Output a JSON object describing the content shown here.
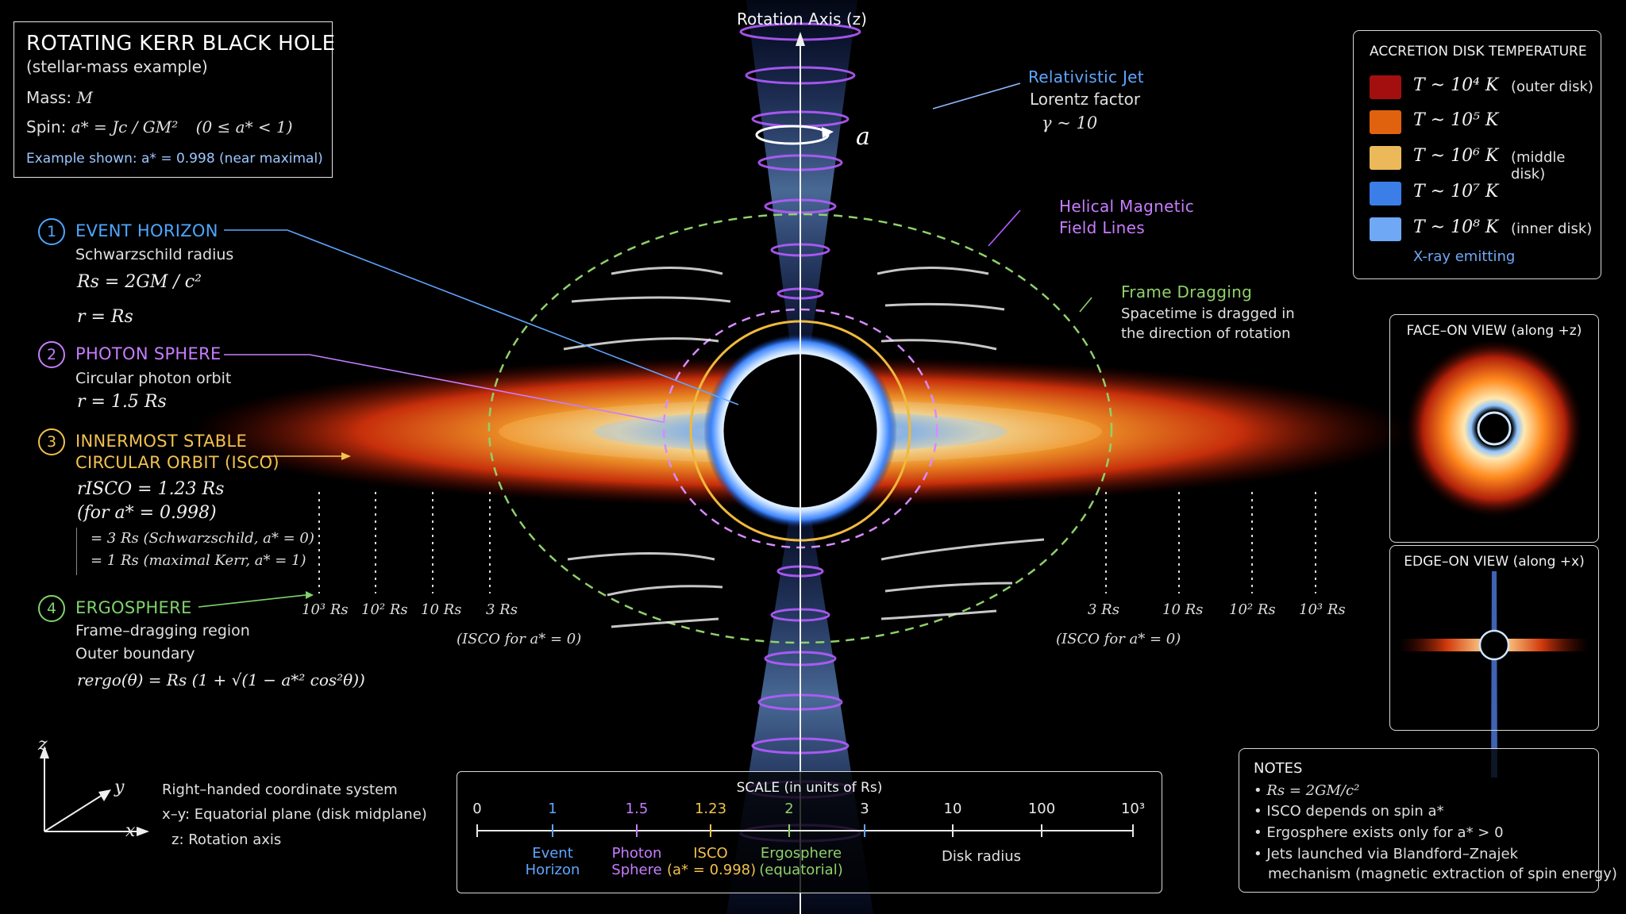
{
  "title_box": {
    "title": "ROTATING KERR BLACK HOLE",
    "subtitle": "(stellar-mass example)",
    "mass_label": "Mass:",
    "mass_symbol": "M",
    "spin_label": "Spin:",
    "spin_formula": "a* = Jc / GM²",
    "spin_range": "(0 ≤ a* < 1)",
    "example": "Example shown: a* = 0.998 (near maximal)"
  },
  "features": [
    {
      "num": "1",
      "title": "EVENT HORIZON",
      "lines": [
        "Schwarzschild radius",
        "Rs = 2GM / c²",
        "r = Rs"
      ],
      "color": "#4da6ff"
    },
    {
      "num": "2",
      "title": "PHOTON SPHERE",
      "lines": [
        "Circular photon orbit",
        "r = 1.5 Rs"
      ],
      "color": "#c77dff"
    },
    {
      "num": "3",
      "title": "INNERMOST STABLE",
      "title2": "CIRCULAR ORBIT (ISCO)",
      "lines": [
        "rISCO = 1.23 Rs",
        "(for a* = 0.998)",
        "= 3 Rs (Schwarzschild, a* = 0)",
        "= 1 Rs (maximal Kerr, a* = 1)"
      ],
      "color": "#f2c14e"
    },
    {
      "num": "4",
      "title": "ERGOSPHERE",
      "lines": [
        "Frame–dragging region",
        "Outer boundary",
        "rergo(θ) = Rs (1 + √(1 − a*² cos²θ))"
      ],
      "color": "#7fd36b"
    }
  ],
  "diagram": {
    "rotation_axis": "Rotation Axis (z)",
    "spin_symbol": "a",
    "jet_title": "Relativistic Jet",
    "jet_line1": "Lorentz factor",
    "jet_line2": "γ ~ 10",
    "helical_1": "Helical Magnetic",
    "helical_2": "Field Lines",
    "frame_title": "Frame Dragging",
    "frame_1": "Spacetime is dragged in",
    "frame_2": "the direction of rotation",
    "left_ticks": [
      "10³ Rs",
      "10² Rs",
      "10 Rs",
      "3 Rs"
    ],
    "right_ticks": [
      "3 Rs",
      "10 Rs",
      "10² Rs",
      "10³ Rs"
    ],
    "isco_note": "(ISCO for a* = 0)"
  },
  "temperature": {
    "title": "ACCRETION DISK TEMPERATURE",
    "rows": [
      {
        "label": "T ~ 10⁴ K",
        "note": "(outer disk)",
        "color": "#a30f0f"
      },
      {
        "label": "T ~ 10⁵ K",
        "note": "",
        "color": "#e0620f"
      },
      {
        "label": "T ~ 10⁶ K",
        "note": "(middle disk)",
        "color": "#ecb95a"
      },
      {
        "label": "T ~ 10⁷ K",
        "note": "",
        "color": "#3b7ee8"
      },
      {
        "label": "T ~ 10⁸ K",
        "note": "(inner disk)",
        "color": "#6fa8f5"
      }
    ],
    "footer": "X-ray emitting"
  },
  "views": {
    "face_on": "FACE–ON VIEW (along +z)",
    "edge_on": "EDGE–ON VIEW (along +x)"
  },
  "coords": {
    "z": "z",
    "y": "y",
    "x": "x",
    "line1": "Right–handed coordinate system",
    "line2": "x–y: Equatorial plane (disk midplane)",
    "line3": "z: Rotation axis"
  },
  "scale": {
    "title": "SCALE (in units of Rs)",
    "ticks": [
      "0",
      "1",
      "1.5",
      "1.23",
      "2",
      "3",
      "10",
      "100",
      "10³"
    ],
    "labels": {
      "event_1": "Event",
      "event_2": "Horizon",
      "photon_1": "Photon",
      "photon_2": "Sphere",
      "isco_1": "ISCO",
      "isco_2": "(a* = 0.998)",
      "ergo_1": "Ergosphere",
      "ergo_2": "(equatorial)",
      "disk": "Disk radius"
    }
  },
  "notes": {
    "title": "NOTES",
    "items": [
      "Rs = 2GM/c²",
      "ISCO depends on spin a*",
      "Ergosphere exists only for a* > 0",
      "Jets launched via Blandford–Znajek",
      "mechanism (magnetic extraction of spin energy)"
    ]
  }
}
